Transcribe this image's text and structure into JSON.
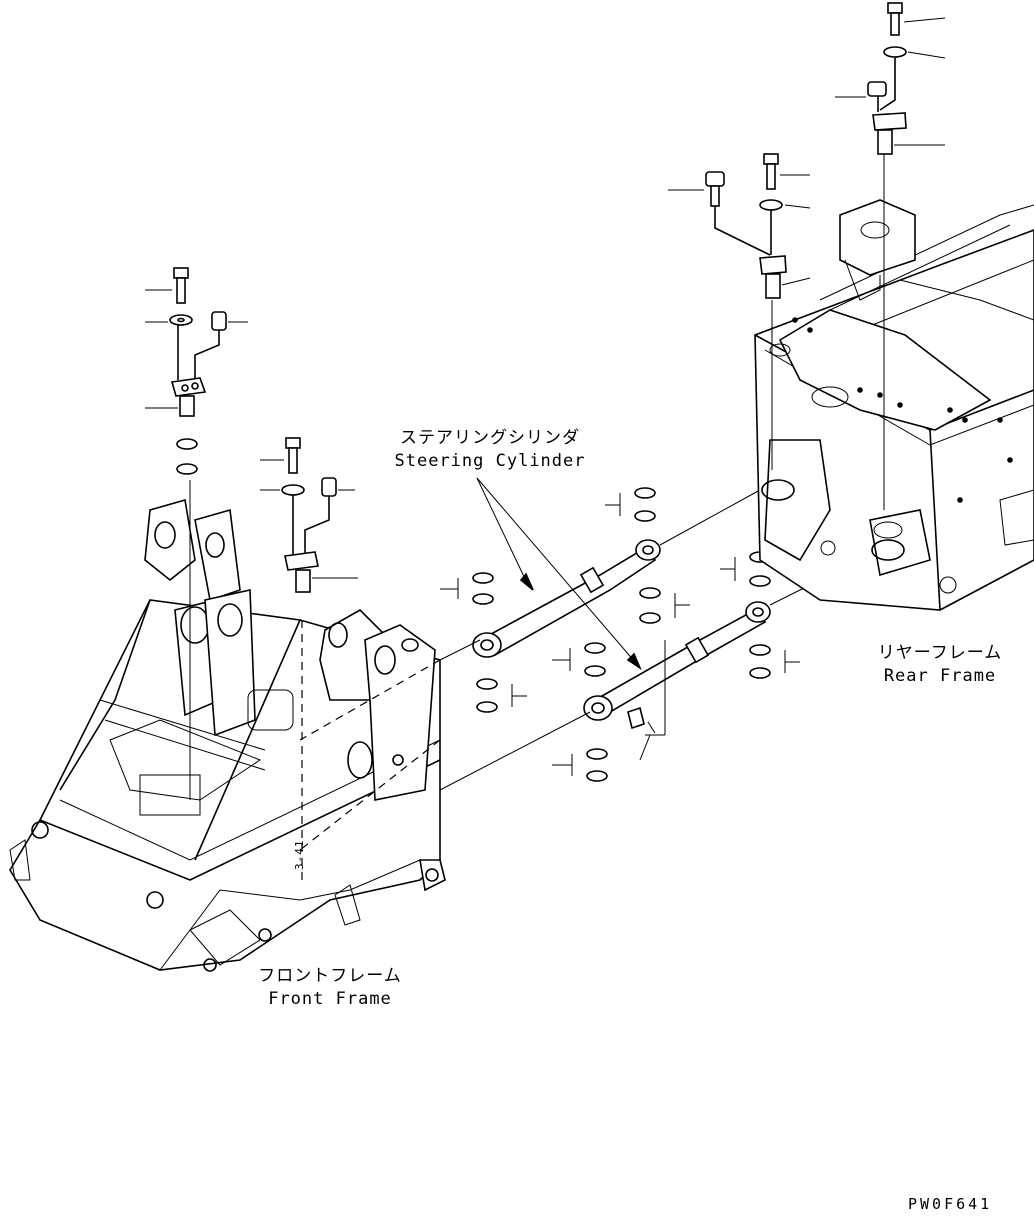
{
  "labels": {
    "steering_jp": "ステアリングシリンダ",
    "steering_en": "Steering Cylinder",
    "rear_jp": "リヤーフレーム",
    "rear_en": "Rear Frame",
    "front_jp": "フロントフレーム",
    "front_en": "Front Frame",
    "drawing_code": "PW0F641",
    "dashed_mark": "3-41"
  }
}
